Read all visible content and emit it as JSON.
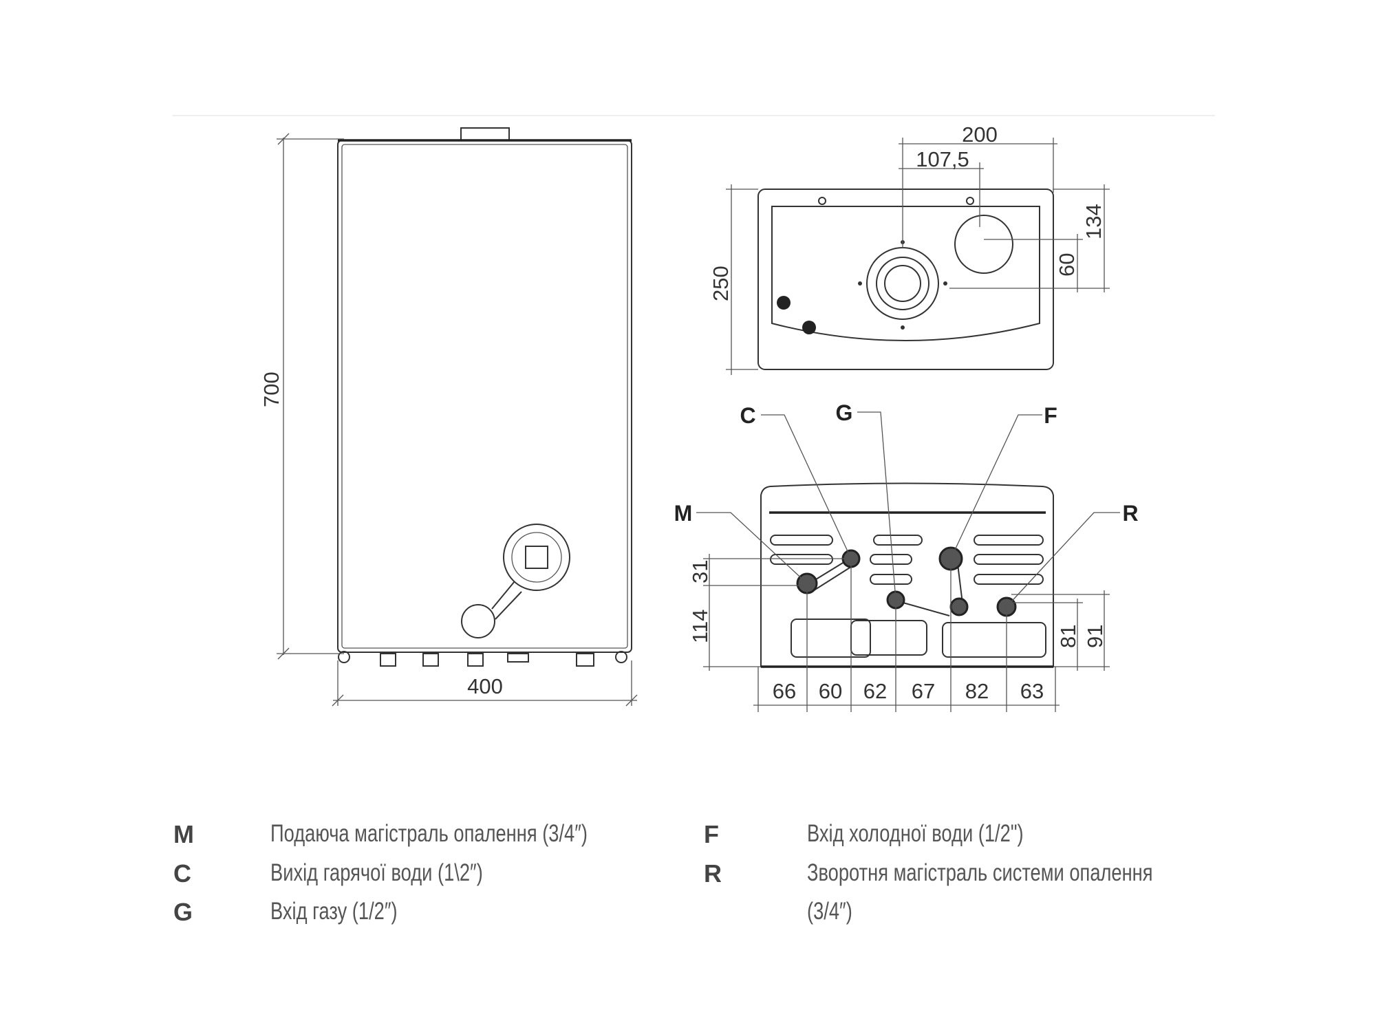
{
  "front_view": {
    "height_dim": "700",
    "width_dim": "400"
  },
  "top_view": {
    "width_dim": "200",
    "flue_offset_dim": "107,5",
    "depth_dim": "250",
    "dim_134": "134",
    "dim_60": "60"
  },
  "bottom_view": {
    "labels": {
      "M": "M",
      "C": "C",
      "G": "G",
      "F": "F",
      "R": "R"
    },
    "horizontal_dims": [
      "66",
      "60",
      "62",
      "67",
      "82",
      "63"
    ],
    "left_dims": [
      "31",
      "114"
    ],
    "right_dims": [
      "81",
      "91"
    ]
  },
  "legend": [
    {
      "key": "M",
      "text": "Подаюча магістраль опалення (3/4″)"
    },
    {
      "key": "C",
      "text": "Вихід гарячої води (1\\2″)"
    },
    {
      "key": "G",
      "text": "Вхід газу (1/2″)"
    },
    {
      "key": "F",
      "text": "Вхід холодної води (1/2\")"
    },
    {
      "key": "R",
      "text": "Зворотня магістраль системи опалення"
    },
    {
      "key": "",
      "text": "(3/4″)"
    }
  ]
}
